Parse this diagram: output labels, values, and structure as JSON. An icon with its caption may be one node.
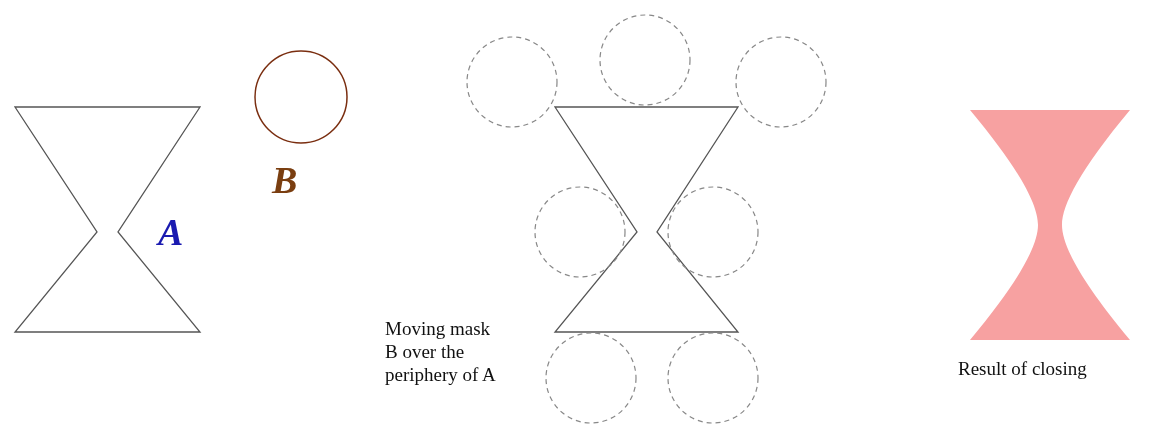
{
  "diagram": {
    "labels": [
      "B",
      "A",
      "Moving mask B over the periphery of A",
      "Result of closing"
    ]
  }
}
